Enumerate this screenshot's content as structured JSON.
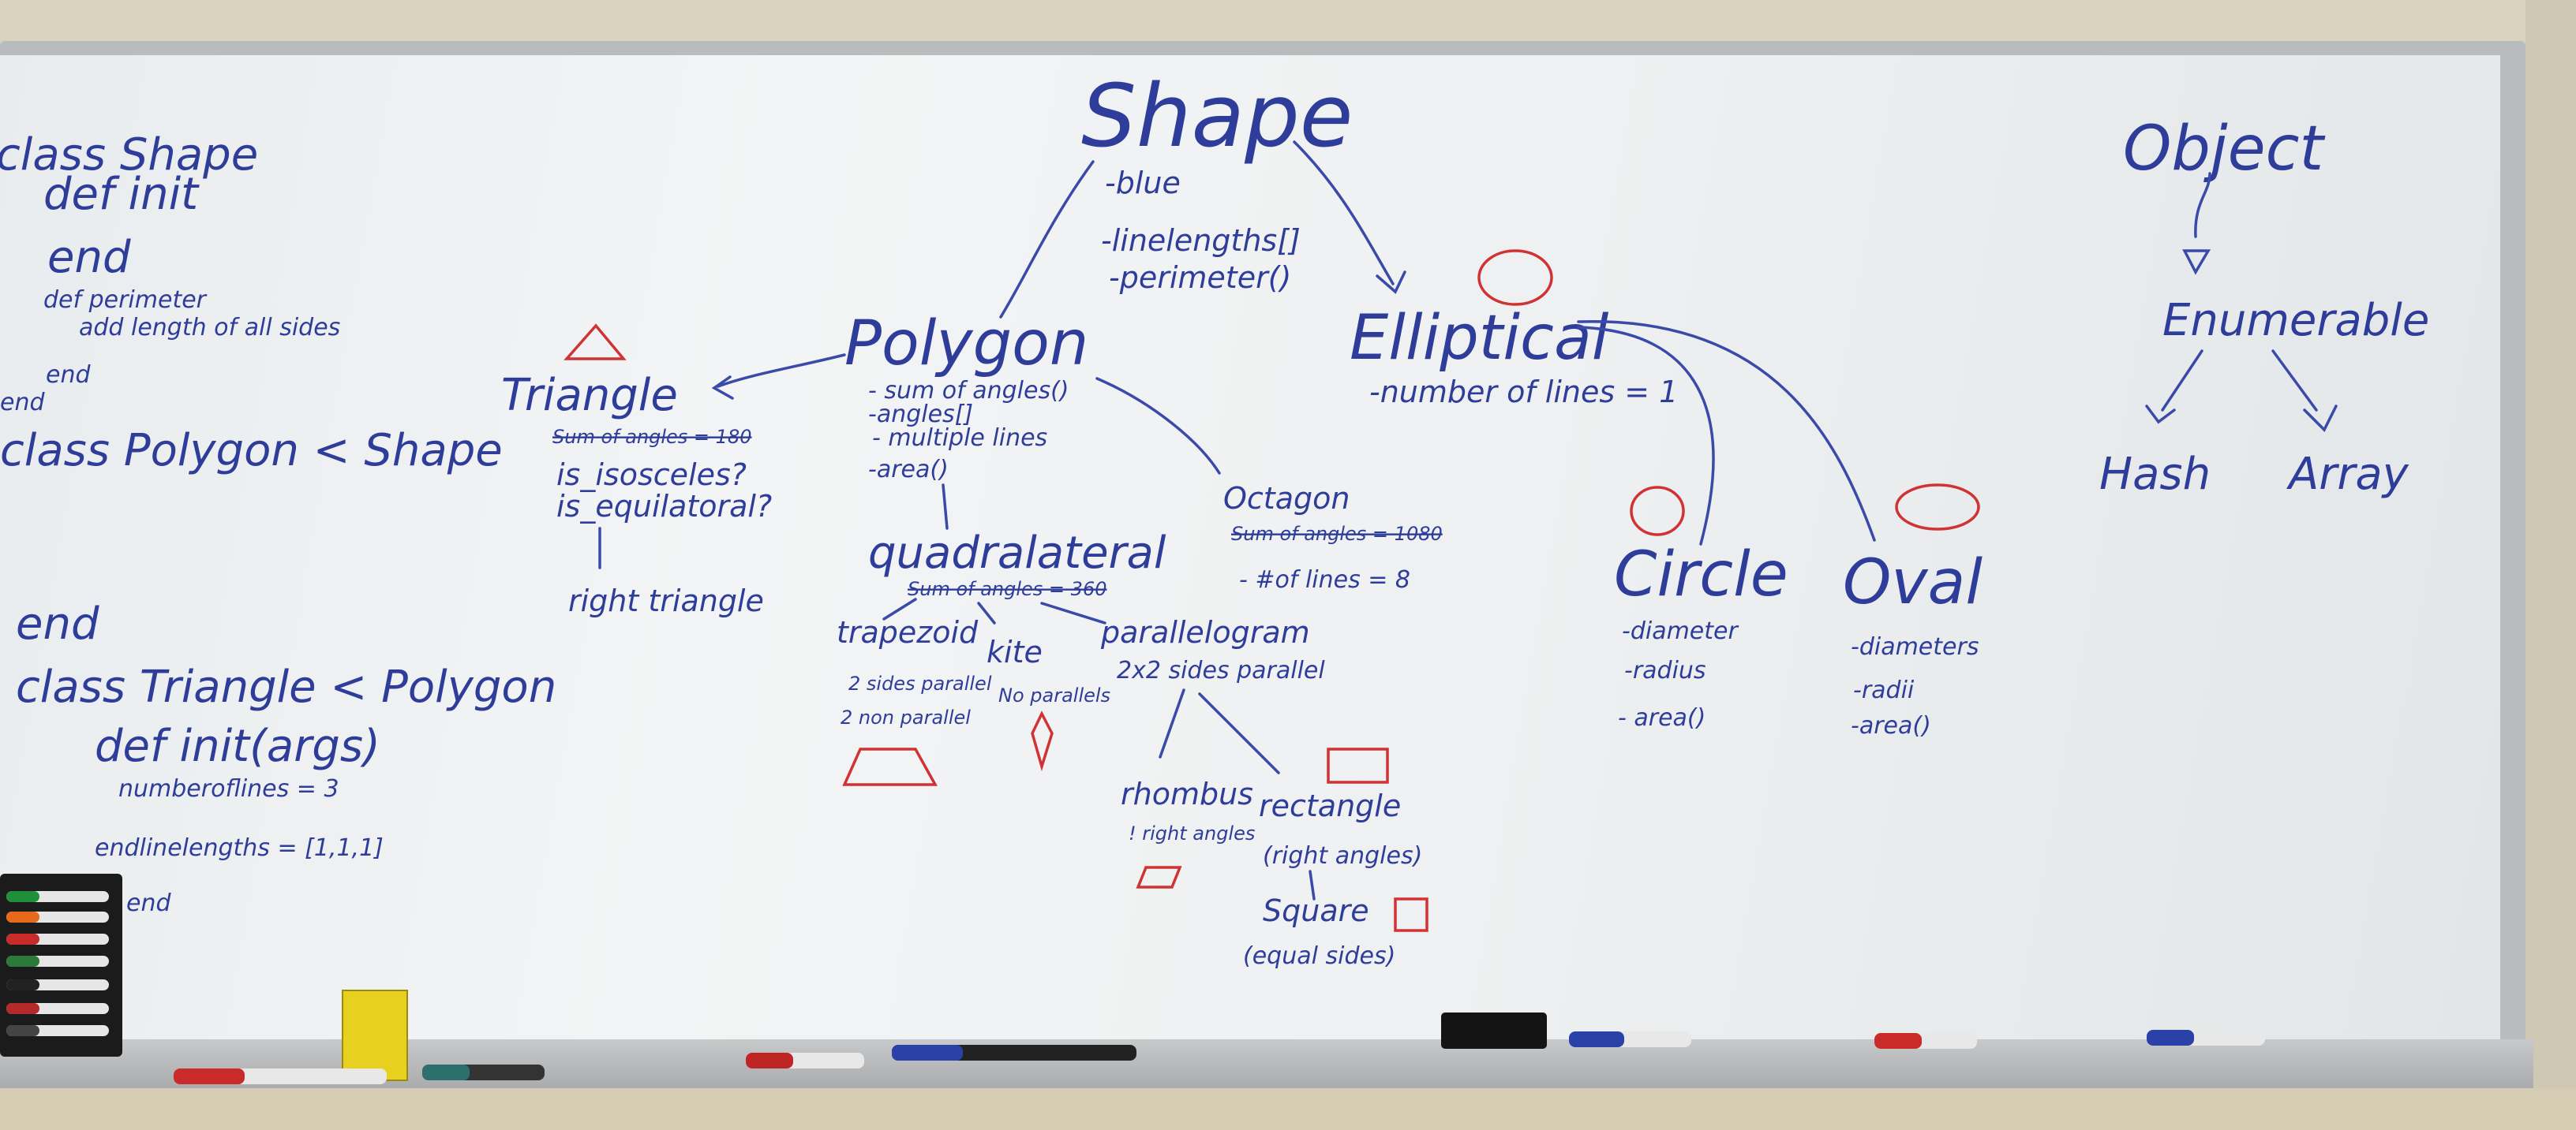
{
  "code": {
    "lines": [
      "class Shape",
      "def init",
      "end",
      "def perimeter",
      "add length of all sides",
      "end",
      "end",
      "class Polygon < Shape",
      "end",
      "class Triangle < Polygon",
      "def init(args)",
      "numberoflines = 3",
      "endlinelengths = [1,1,1]",
      "end"
    ]
  },
  "diagram": {
    "shape": {
      "title": "Shape",
      "props": [
        "-blue",
        "-linelengths[]",
        "-perimeter()"
      ]
    },
    "polygon": {
      "title": "Polygon",
      "props": [
        "- sum of angles()",
        "-angles[]",
        "- multiple lines",
        "-area()"
      ]
    },
    "triangle": {
      "title": "Triangle",
      "struck": "Sum of angles = 180",
      "props": [
        "is_isosceles?",
        "is_equilatoral?"
      ],
      "child": "right triangle"
    },
    "octagon": {
      "title": "Octagon",
      "struck": "Sum of angles = 1080",
      "props": [
        "- #of lines = 8"
      ]
    },
    "quadrilateral": {
      "title": "quadralateral",
      "struck": "Sum of angles = 360"
    },
    "trapezoid": {
      "title": "trapezoid",
      "props": [
        "2 sides parallel",
        "2 non parallel"
      ]
    },
    "kite": {
      "title": "kite",
      "props": [
        "No parallels"
      ]
    },
    "parallelogram": {
      "title": "parallelogram",
      "props": [
        "2x2 sides parallel"
      ]
    },
    "rhombus": {
      "title": "rhombus",
      "props": [
        "! right angles"
      ]
    },
    "rectangle": {
      "title": "rectangle",
      "props": [
        "(right angles)"
      ]
    },
    "square": {
      "title": "Square",
      "props": [
        "(equal sides)"
      ]
    },
    "elliptical": {
      "title": "Elliptical",
      "props": [
        "-number of lines = 1"
      ]
    },
    "circle": {
      "title": "Circle",
      "props": [
        "-diameter",
        "-radius",
        "- area()"
      ]
    },
    "oval": {
      "title": "Oval",
      "props": [
        "-diameters",
        "-radii",
        "-area()"
      ]
    }
  },
  "ruby_hierarchy": {
    "root": "Object",
    "middle": "Enumerable",
    "leaves": [
      "Hash",
      "Array"
    ]
  },
  "colors": {
    "ink_blue": "#2f3d9a",
    "ink_red": "#d03333",
    "board": "#eef0f1",
    "frame": "#b9bcbf"
  }
}
